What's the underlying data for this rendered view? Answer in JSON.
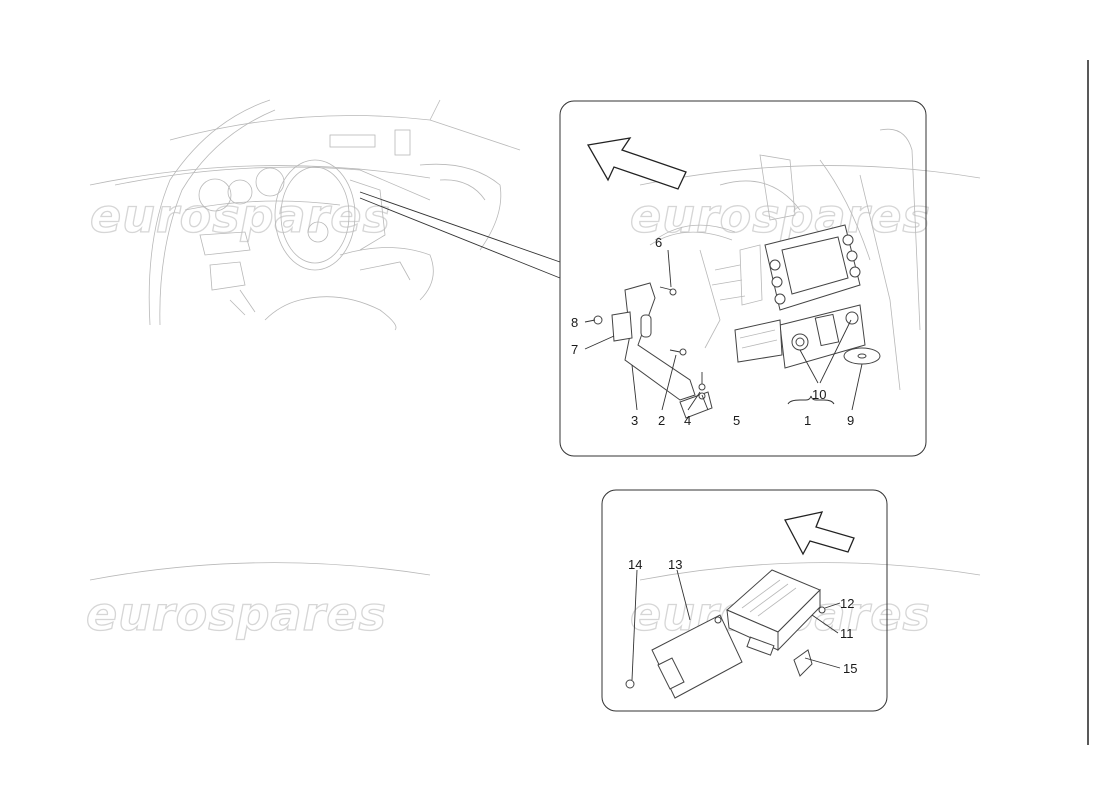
{
  "watermark": {
    "text": "eurospares"
  },
  "panel_main": {
    "callouts": {
      "c1": "1",
      "c2": "2",
      "c3": "3",
      "c4": "4",
      "c5": "5",
      "c6": "6",
      "c7": "7",
      "c8": "8",
      "c9": "9",
      "c10": "10"
    },
    "direction_arrow_icon": "arrow-up-left-icon"
  },
  "panel_module": {
    "callouts": {
      "c11": "11",
      "c12": "12",
      "c13": "13",
      "c14": "14",
      "c15": "15"
    },
    "direction_arrow_icon": "arrow-up-right-icon"
  }
}
